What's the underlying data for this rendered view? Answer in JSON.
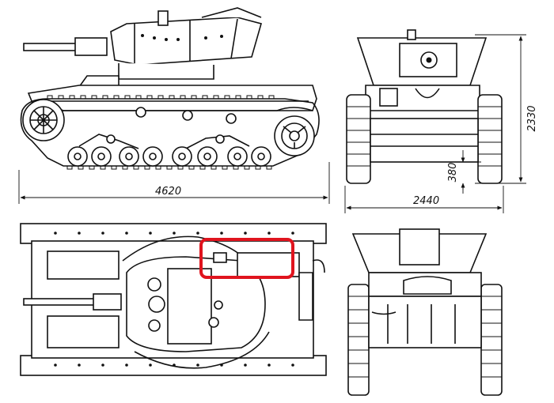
{
  "dimensions": {
    "length": "4620",
    "width": "2440",
    "height": "2330",
    "clearance": "380"
  },
  "highlight": {
    "color": "#e0141e"
  }
}
